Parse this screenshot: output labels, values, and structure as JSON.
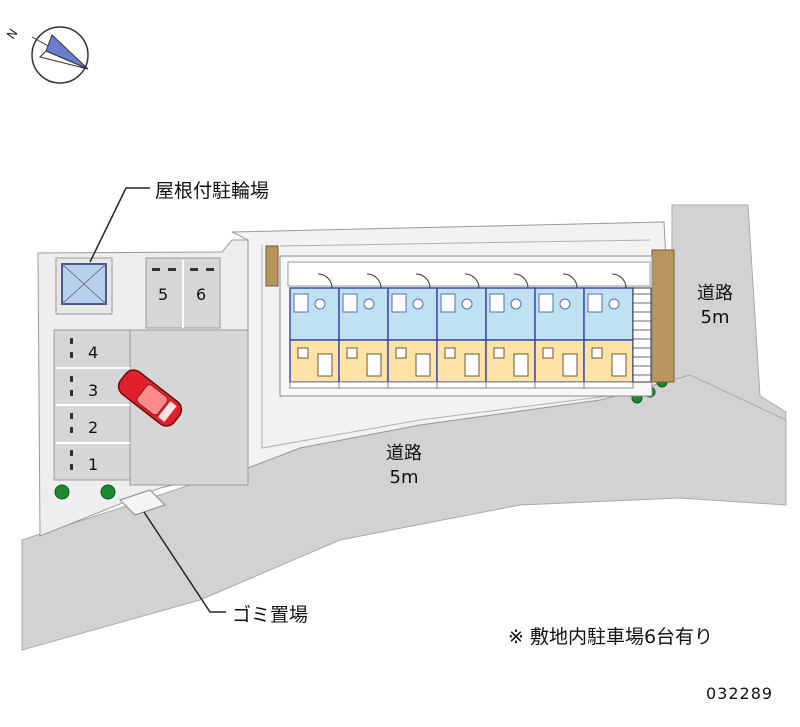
{
  "compass": {
    "north": "N"
  },
  "labels": {
    "covered_bicycle_parking": "屋根付駐輪場",
    "garbage_area": "ゴミ置場",
    "road_right_name": "道路",
    "road_right_width": "5m",
    "road_bottom_name": "道路",
    "road_bottom_width": "5m",
    "parking_note": "※ 敷地内駐車場6台有り",
    "property_code": "032289"
  },
  "parking_spaces": [
    "1",
    "2",
    "3",
    "4",
    "5",
    "6"
  ],
  "colors": {
    "road": "#d2d2d2",
    "site_ground": "#eeeeee",
    "parking_lot": "#d6d6d6",
    "unit_blue": "#bfe2f3",
    "unit_floor": "#ffe2a6",
    "building_outline": "#3d4bb6",
    "car": "#e0202a",
    "bike_shelter": "#b8d0ec",
    "brick": "#b8955e",
    "tree": "#1d8a32"
  }
}
